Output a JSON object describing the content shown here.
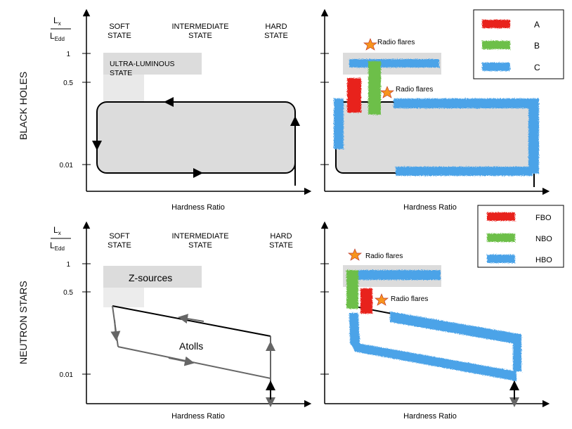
{
  "row_labels": {
    "top": "BLACK HOLES",
    "bottom": "NEUTRON STARS"
  },
  "y_axis": {
    "label_numerator": "L",
    "label_numerator_sub": "x",
    "label_denominator": "L",
    "label_denominator_sub": "Edd",
    "ticks": [
      "1",
      "0.5",
      "0.01"
    ]
  },
  "x_axis_label": "Hardness Ratio",
  "state_labels": {
    "soft": [
      "SOFT",
      "STATE"
    ],
    "intermediate": [
      "INTERMEDIATE",
      "STATE"
    ],
    "hard": [
      "HARD",
      "STATE"
    ]
  },
  "panels": {
    "bh_schematic": {
      "region_label": [
        "ULTRA-LUMINOUS",
        "STATE"
      ]
    },
    "bh_tracks": {
      "legend": [
        {
          "label": "A",
          "color": "#e8231b"
        },
        {
          "label": "B",
          "color": "#6dbf4a"
        },
        {
          "label": "C",
          "color": "#4ba3e8"
        }
      ],
      "annotations": [
        "Radio flares",
        "Radio flares"
      ]
    },
    "ns_schematic": {
      "region_label": "Z-sources",
      "track_label": "Atolls"
    },
    "ns_tracks": {
      "legend": [
        {
          "label": "FBO",
          "color": "#e8231b"
        },
        {
          "label": "NBO",
          "color": "#6dbf4a"
        },
        {
          "label": "HBO",
          "color": "#4ba3e8"
        }
      ],
      "annotations": [
        "Radio flares",
        "Radio flares"
      ]
    }
  },
  "colors": {
    "red": "#e8231b",
    "green": "#6dbf4a",
    "blue": "#4ba3e8",
    "region_fill": "#dcdcdc",
    "track_gray": "#666666",
    "star": "#f7941d"
  }
}
